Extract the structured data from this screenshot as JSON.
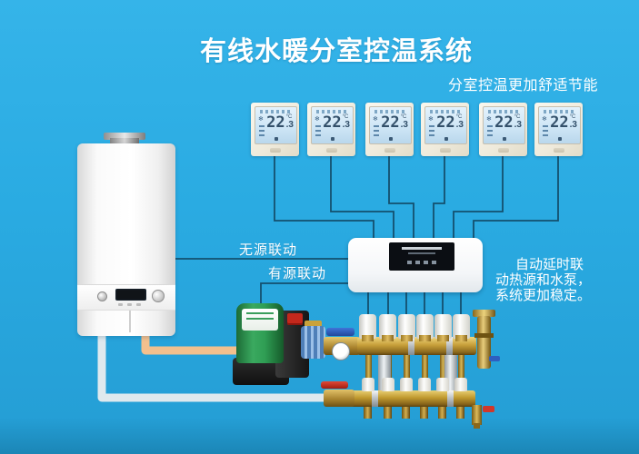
{
  "page": {
    "title": "有线水暖分室控温系统",
    "subtitle": "分室控温更加舒适节能"
  },
  "annotations": {
    "passive_linkage": "无源联动",
    "active_linkage": "有源联动",
    "note_lines": [
      "自动延时联",
      "动热源和水泵，",
      "系统更加稳定。"
    ]
  },
  "thermostats": {
    "count": 6,
    "snowflake_icon": "❄",
    "units": [
      {
        "temp": "22",
        "decimal": ".3",
        "unit": "°C"
      },
      {
        "temp": "22",
        "decimal": ".3",
        "unit": "°C"
      },
      {
        "temp": "22",
        "decimal": ".3",
        "unit": "°C"
      },
      {
        "temp": "22",
        "decimal": ".3",
        "unit": "°C"
      },
      {
        "temp": "22",
        "decimal": ".3",
        "unit": "°C"
      },
      {
        "temp": "22",
        "decimal": ".3",
        "unit": "°C"
      }
    ]
  },
  "colors": {
    "background": "#2aabe2",
    "wire": "#14506e",
    "supply_pipe_orange": "#f2c08e",
    "return_pipe_white": "#dfe9ee",
    "brass": "#c29a3c",
    "pump_green": "#2f9e54",
    "valve_blue": "#2e5fc0",
    "handle_red": "#c43122",
    "thermostat_body": "#f2eee2",
    "lcd_blue": "#cce4f4",
    "text": "#ffffff"
  }
}
